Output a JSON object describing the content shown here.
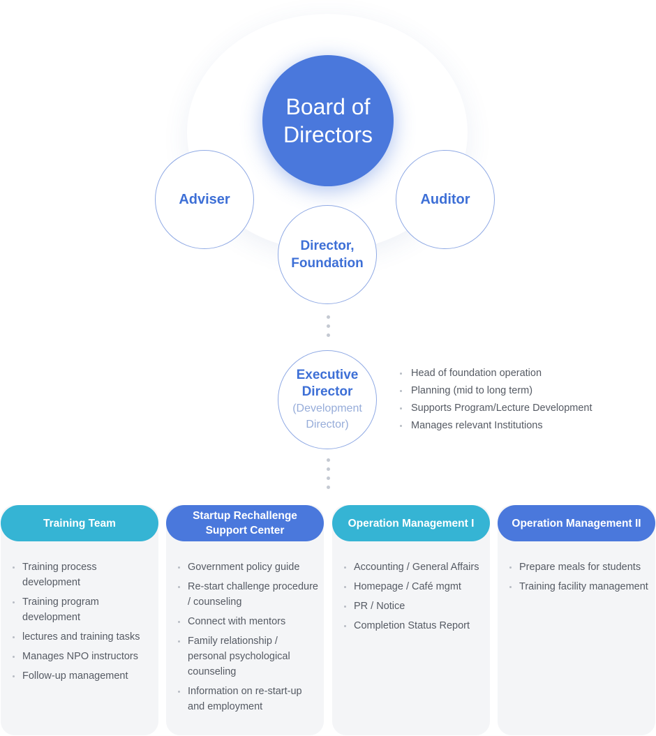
{
  "top": {
    "board": [
      "Board of",
      "Directors"
    ],
    "adviser": "Adviser",
    "auditor": "Auditor",
    "director": [
      "Director,",
      "Foundation"
    ]
  },
  "executive": {
    "title": [
      "Executive",
      "Director"
    ],
    "subtitle": [
      "(Development",
      "Director)"
    ],
    "duties": [
      "Head of foundation operation",
      "Planning (mid to long term)",
      "Supports Program/Lecture Development",
      "Manages relevant Institutions"
    ]
  },
  "colors": {
    "primary_blue": "#4a78dc",
    "teal": "#35b4d4",
    "circle_text": "#3d6fd6",
    "circle_border": "#8fa9e4"
  },
  "departments": [
    {
      "title": [
        "Training Team"
      ],
      "color": "teal",
      "items": [
        "Training process development",
        "Training program development",
        "lectures and training tasks",
        "Manages NPO instructors",
        "Follow-up management"
      ]
    },
    {
      "title": [
        "Startup Rechallenge",
        "Support Center"
      ],
      "color": "blue",
      "items": [
        "Government policy guide",
        "Re-start challenge procedure / counseling",
        "Connect with mentors",
        "Family relationship / personal psychological counseling",
        "Information on re-start-up and employment"
      ]
    },
    {
      "title": [
        "Operation Management I"
      ],
      "color": "teal",
      "items": [
        "Accounting / General Affairs",
        "Homepage / Café mgmt",
        "PR / Notice",
        "Completion Status Report"
      ]
    },
    {
      "title": [
        "Operation Management II"
      ],
      "color": "blue",
      "items": [
        "Prepare meals for students",
        "Training facility management"
      ]
    }
  ]
}
